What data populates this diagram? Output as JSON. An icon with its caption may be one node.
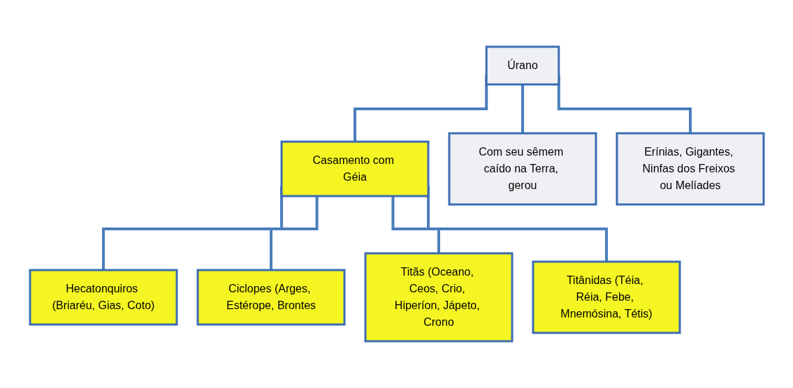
{
  "diagram": {
    "nodes": [
      {
        "text": [
          "Úrano"
        ]
      },
      {
        "text": [
          "Casamento com Géia"
        ]
      },
      {
        "text": [
          "Com seu sêmem caído na Terra, gerou"
        ]
      },
      {
        "text": [
          "Erínias, Gigantes, Ninfas dos Freixos ou Melíades"
        ]
      },
      {
        "text": [
          "Hecatonquiros (Briaréu, Gias, Coto)"
        ]
      },
      {
        "text": [
          "Ciclopes (Arges, Estérope, Brontes"
        ]
      },
      {
        "text": [
          "Titãs (Oceano, Ceos, Crio, Hiperíon, Jápeto, Crono"
        ]
      },
      {
        "text": [
          "Titânidas (Téia, Réia, Febe, Mnemósina, Tétis)"
        ]
      }
    ],
    "edges": [
      {
        "from": 0,
        "to": 1,
        "arrow": "none"
      },
      {
        "from": 0,
        "to": 2,
        "arrow": "none"
      },
      {
        "from": 0,
        "to": 3,
        "arrow": "none"
      },
      {
        "from": 1,
        "to": 4,
        "arrow": "none"
      },
      {
        "from": 1,
        "to": 5,
        "arrow": "none"
      },
      {
        "from": 1,
        "to": 6,
        "arrow": "none"
      },
      {
        "from": 1,
        "to": 7,
        "arrow": "none"
      }
    ]
  }
}
